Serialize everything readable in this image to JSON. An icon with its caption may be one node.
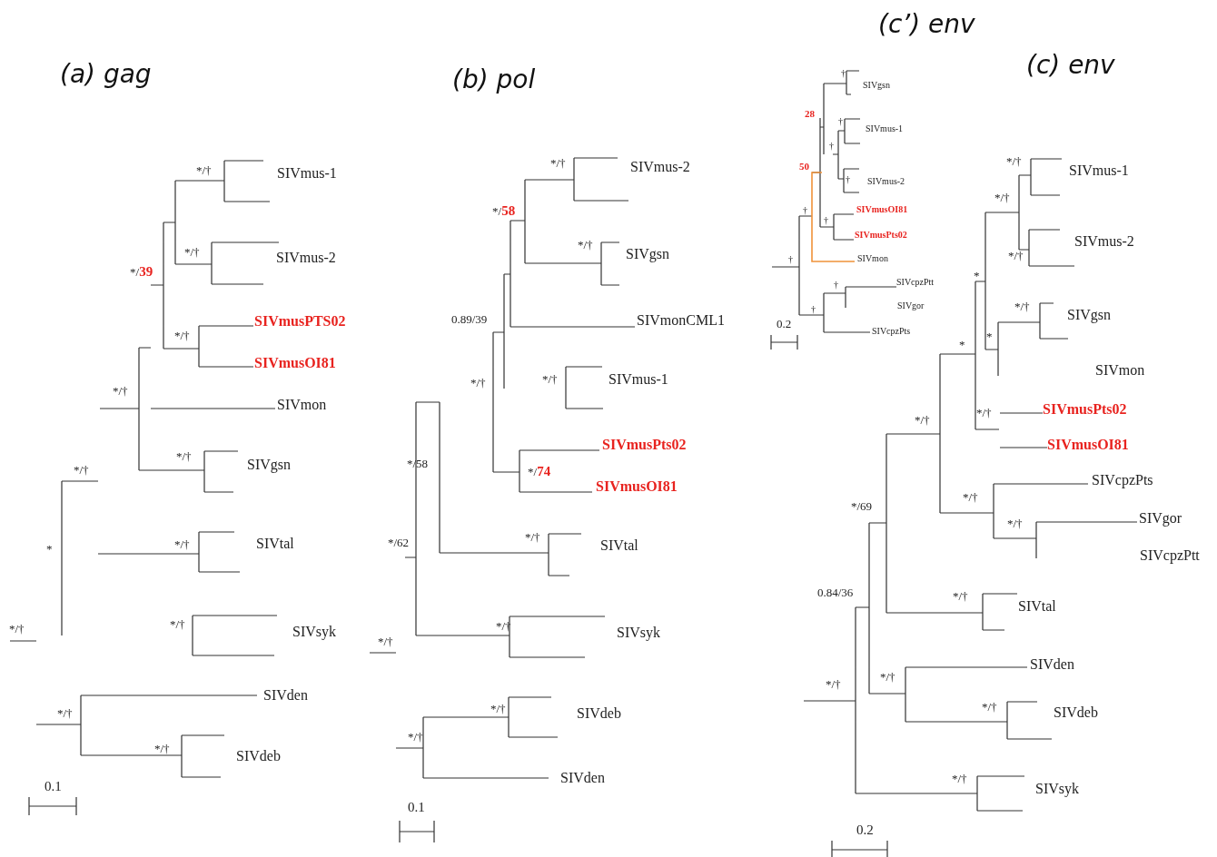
{
  "diagram": {
    "labels": [
      "(a) gag",
      "*/†",
      "SIVmus-1",
      "*/†",
      "SIVmus-2",
      "*/**39**",
      "SIVmusPTS02",
      "*/†",
      "SIVmusOI81",
      "*/†",
      "SIVmon",
      "*/†",
      "SIVgsn",
      "*/†",
      "*",
      "*/†",
      "SIVtal",
      "*/†",
      "*/†",
      "SIVsyk",
      "SIVden",
      "*/†",
      "*/†",
      "SIVdeb",
      "0.1",
      "(b) pol",
      "*/†",
      "SIVmus-2",
      "*/**58**",
      "*/†",
      "SIVgsn",
      "0.89/39",
      "SIVmonCML1",
      "*/†",
      "*/†",
      "SIVmus-1",
      "SIVmusPts02",
      "*/58",
      "*/**74**",
      "SIVmusOI81",
      "*/62",
      "*/†",
      "SIVtal",
      "*/†",
      "*/†",
      "SIVsyk",
      "*/†",
      "SIVdeb",
      "*/†",
      "SIVden",
      "0.1",
      "(c’) env",
      "†",
      "SIVgsn",
      "28",
      "†",
      "SIVmus-1",
      "†",
      "50",
      "†",
      "SIVmus-2",
      "SIVmusOI81",
      "†",
      "†",
      "SIVmusPts02",
      "†",
      "SIVmon",
      "SIVcpzPtt",
      "†",
      "SIVgor",
      "†",
      "0.2",
      "SIVcpzPts",
      "(c) env",
      "*/†",
      "SIVmus-1",
      "*/†",
      "SIVmus-2",
      "*/†",
      "*",
      "*/†",
      "SIVgsn",
      "*",
      "*",
      "SIVmon",
      "*/†",
      "*/†",
      "SIVmusPts02",
      "SIVmusOI81",
      "SIVcpzPts",
      "*/†",
      "*/69",
      "*/†",
      "SIVgor",
      "SIVcpzPtt",
      "0.84/36",
      "*/†",
      "SIVtal",
      "SIVden",
      "*/†",
      "*/†",
      "*/†",
      "SIVdeb",
      "*/†",
      "SIVsyk",
      "0.2"
    ]
  }
}
